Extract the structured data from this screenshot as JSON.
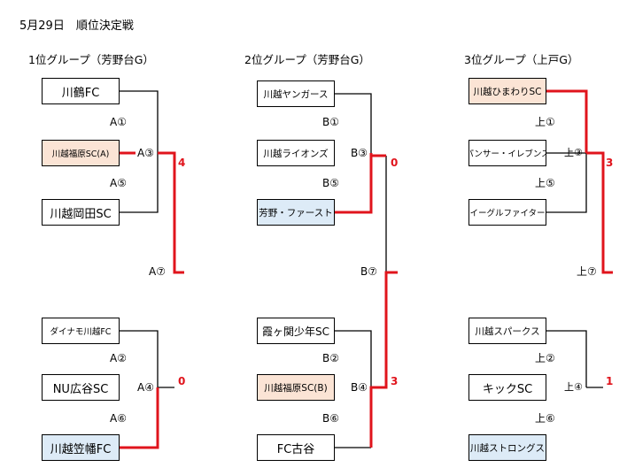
{
  "title": "5月29日　順位決定戦",
  "colors": {
    "win_line": "#e0141c",
    "seed_orange": "#fbe4d5",
    "seed_blue": "#ddebf7"
  },
  "groups": [
    {
      "heading": "1位グループ（芳野台G）",
      "teams": [
        "川鶴FC",
        "川越福原SC(A)",
        "川越岡田SC",
        "ダイナモ川越FC",
        "NU広谷SC",
        "川越笠幡FC"
      ],
      "labels": {
        "m1": "A①",
        "m3": "A③",
        "m5": "A⑤",
        "m7": "A⑦",
        "m2": "A②",
        "m4": "A④",
        "m6": "A⑥"
      },
      "scores": {
        "top": "4",
        "bottom": "0"
      }
    },
    {
      "heading": "2位グループ（芳野台G）",
      "teams": [
        "川越ヤンガース",
        "川越ライオンズ",
        "芳野・ファースト",
        "霞ヶ関少年SC",
        "川越福原SC(B)",
        "FC古谷"
      ],
      "labels": {
        "m1": "B①",
        "m3": "B③",
        "m5": "B⑤",
        "m7": "B⑦",
        "m2": "B②",
        "m4": "B④",
        "m6": "B⑥"
      },
      "scores": {
        "top": "0",
        "bottom": "3"
      }
    },
    {
      "heading": "3位グループ（上戸G）",
      "teams": [
        "川越ひまわりSC",
        "パンサー・イレブンス",
        "イーグルファイター",
        "川越スパークス",
        "キックSC",
        "川越ストロングス"
      ],
      "labels": {
        "m1": "上①",
        "m3": "上③",
        "m5": "上⑤",
        "m7": "上⑦",
        "m2": "上②",
        "m4": "上④",
        "m6": "上⑥"
      },
      "scores": {
        "top": "3",
        "bottom": "1"
      }
    }
  ]
}
